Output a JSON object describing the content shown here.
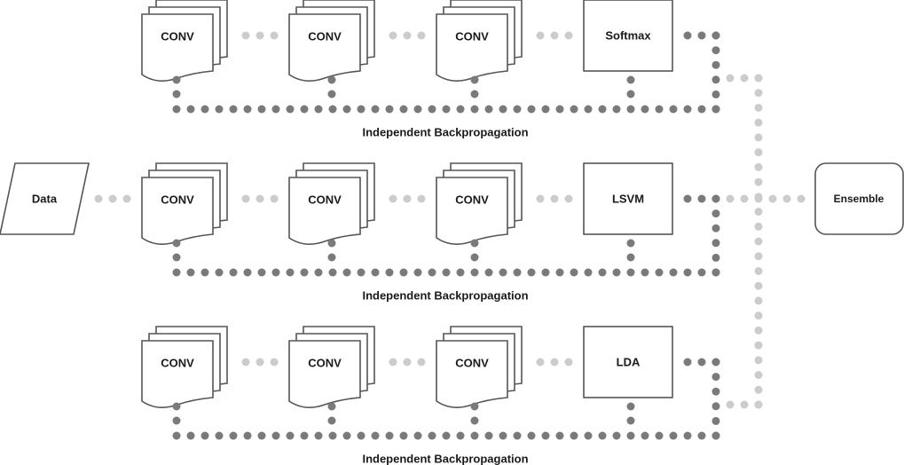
{
  "nodes": {
    "data": "Data",
    "ensemble": "Ensemble",
    "conv": "CONV",
    "classifiers": [
      "Softmax",
      "LSVM",
      "LDA"
    ]
  },
  "caption": "Independent Backpropagation",
  "colors": {
    "stroke": "#555555",
    "dark_dot": "#7a7a7a",
    "light_dot": "#cccccc",
    "text": "#1a1a1a"
  }
}
